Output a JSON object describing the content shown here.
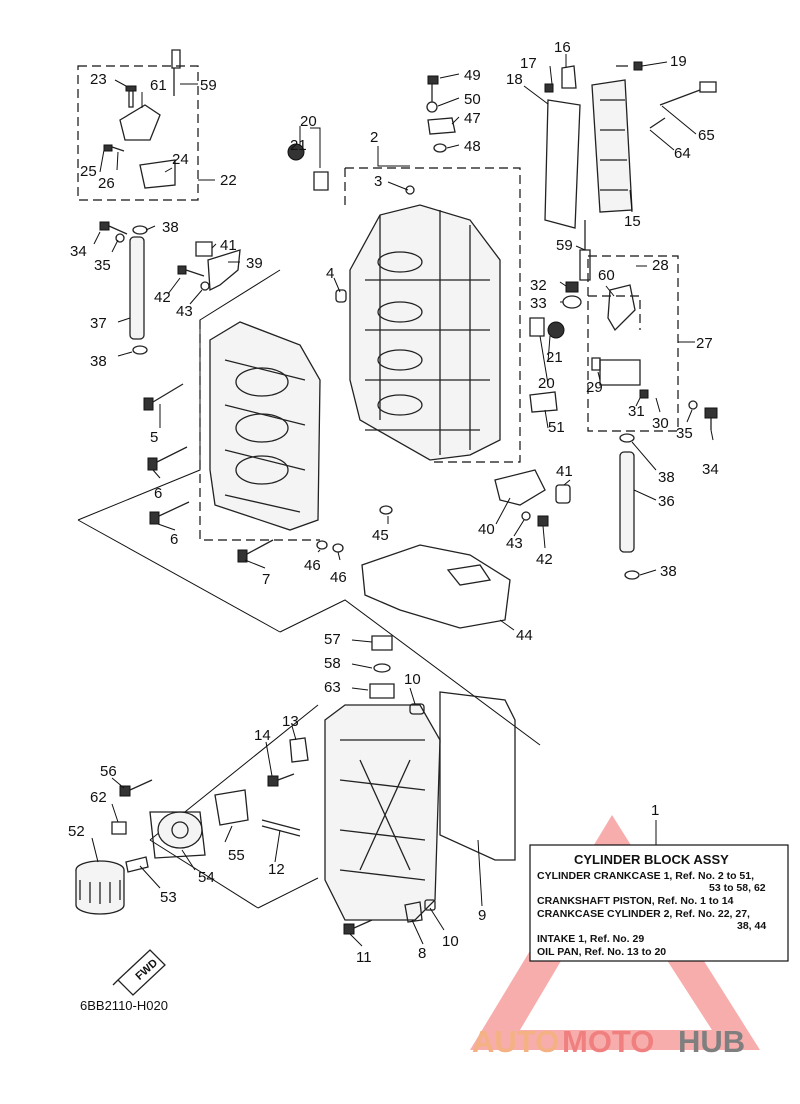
{
  "diagram_code": "6BB2110-H020",
  "fwd_label": "FWD",
  "legend": {
    "callout": "1",
    "title": "CYLINDER BLOCK ASSY",
    "lines": [
      "CYLINDER CRANKCASE 1,  Ref. No. 2 to 51,",
      "53 to 58, 62",
      "CRANKSHAFT PISTON,  Ref. No. 1 to 14",
      "CRANKCASE CYLINDER 2,  Ref. No. 22, 27,",
      "38, 44",
      "INTAKE 1,  Ref. No. 29",
      "OIL PAN,  Ref. No. 13 to 20"
    ]
  },
  "watermark": {
    "auto": "AUTO",
    "moto": "MOTO",
    "hub": "HUB",
    "colors": {
      "auto": "#f4b183",
      "moto": "#f08080",
      "hub": "#7f7f7f",
      "triangle": "#f26a6a"
    }
  },
  "callouts": [
    {
      "id": "c2",
      "text": "2"
    },
    {
      "id": "c3",
      "text": "3"
    },
    {
      "id": "c4",
      "text": "4"
    },
    {
      "id": "c5",
      "text": "5"
    },
    {
      "id": "c6a",
      "text": "6"
    },
    {
      "id": "c6b",
      "text": "6"
    },
    {
      "id": "c7",
      "text": "7"
    },
    {
      "id": "c8",
      "text": "8"
    },
    {
      "id": "c9",
      "text": "9"
    },
    {
      "id": "c10a",
      "text": "10"
    },
    {
      "id": "c10b",
      "text": "10"
    },
    {
      "id": "c11",
      "text": "11"
    },
    {
      "id": "c12",
      "text": "12"
    },
    {
      "id": "c13",
      "text": "13"
    },
    {
      "id": "c14",
      "text": "14"
    },
    {
      "id": "c15",
      "text": "15"
    },
    {
      "id": "c16",
      "text": "16"
    },
    {
      "id": "c17",
      "text": "17"
    },
    {
      "id": "c18",
      "text": "18"
    },
    {
      "id": "c19",
      "text": "19"
    },
    {
      "id": "c20a",
      "text": "20"
    },
    {
      "id": "c20b",
      "text": "20"
    },
    {
      "id": "c21a",
      "text": "21"
    },
    {
      "id": "c21b",
      "text": "21"
    },
    {
      "id": "c22",
      "text": "22"
    },
    {
      "id": "c23",
      "text": "23"
    },
    {
      "id": "c24",
      "text": "24"
    },
    {
      "id": "c25",
      "text": "25"
    },
    {
      "id": "c26",
      "text": "26"
    },
    {
      "id": "c27",
      "text": "27"
    },
    {
      "id": "c28",
      "text": "28"
    },
    {
      "id": "c29",
      "text": "29"
    },
    {
      "id": "c30",
      "text": "30"
    },
    {
      "id": "c31",
      "text": "31"
    },
    {
      "id": "c32",
      "text": "32"
    },
    {
      "id": "c33",
      "text": "33"
    },
    {
      "id": "c34a",
      "text": "34"
    },
    {
      "id": "c34b",
      "text": "34"
    },
    {
      "id": "c35a",
      "text": "35"
    },
    {
      "id": "c35b",
      "text": "35"
    },
    {
      "id": "c36",
      "text": "36"
    },
    {
      "id": "c37",
      "text": "37"
    },
    {
      "id": "c38a",
      "text": "38"
    },
    {
      "id": "c38b",
      "text": "38"
    },
    {
      "id": "c38c",
      "text": "38"
    },
    {
      "id": "c38d",
      "text": "38"
    },
    {
      "id": "c39",
      "text": "39"
    },
    {
      "id": "c40",
      "text": "40"
    },
    {
      "id": "c41a",
      "text": "41"
    },
    {
      "id": "c41b",
      "text": "41"
    },
    {
      "id": "c42a",
      "text": "42"
    },
    {
      "id": "c42b",
      "text": "42"
    },
    {
      "id": "c43a",
      "text": "43"
    },
    {
      "id": "c43b",
      "text": "43"
    },
    {
      "id": "c44",
      "text": "44"
    },
    {
      "id": "c45",
      "text": "45"
    },
    {
      "id": "c46a",
      "text": "46"
    },
    {
      "id": "c46b",
      "text": "46"
    },
    {
      "id": "c47",
      "text": "47"
    },
    {
      "id": "c48",
      "text": "48"
    },
    {
      "id": "c49",
      "text": "49"
    },
    {
      "id": "c50",
      "text": "50"
    },
    {
      "id": "c51",
      "text": "51"
    },
    {
      "id": "c52",
      "text": "52"
    },
    {
      "id": "c53",
      "text": "53"
    },
    {
      "id": "c54",
      "text": "54"
    },
    {
      "id": "c55",
      "text": "55"
    },
    {
      "id": "c56",
      "text": "56"
    },
    {
      "id": "c57",
      "text": "57"
    },
    {
      "id": "c58",
      "text": "58"
    },
    {
      "id": "c59a",
      "text": "59"
    },
    {
      "id": "c59b",
      "text": "59"
    },
    {
      "id": "c60",
      "text": "60"
    },
    {
      "id": "c61",
      "text": "61"
    },
    {
      "id": "c62",
      "text": "62"
    },
    {
      "id": "c63",
      "text": "63"
    },
    {
      "id": "c64",
      "text": "64"
    },
    {
      "id": "c65",
      "text": "65"
    }
  ]
}
